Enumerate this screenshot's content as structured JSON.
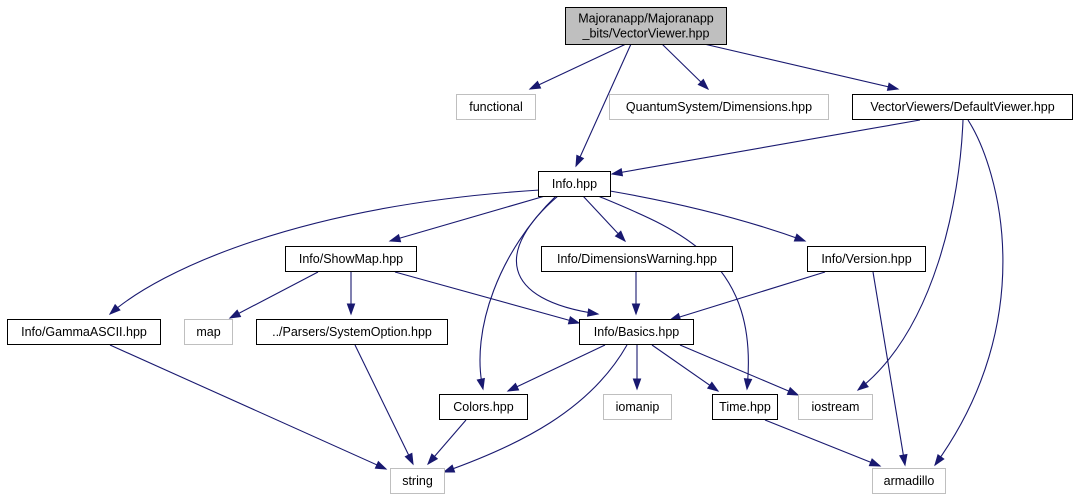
{
  "nodes": {
    "root": {
      "lines": [
        "Majoranapp/Majoranapp",
        "_bits/VectorViewer.hpp"
      ],
      "kind": "root"
    },
    "functional": {
      "lines": [
        "functional"
      ],
      "kind": "external"
    },
    "dimensions": {
      "lines": [
        "QuantumSystem/Dimensions.hpp"
      ],
      "kind": "external"
    },
    "default_viewer": {
      "lines": [
        "VectorViewers/DefaultViewer.hpp"
      ],
      "kind": "file"
    },
    "info": {
      "lines": [
        "Info.hpp"
      ],
      "kind": "file"
    },
    "show_map": {
      "lines": [
        "Info/ShowMap.hpp"
      ],
      "kind": "file"
    },
    "dim_warning": {
      "lines": [
        "Info/DimensionsWarning.hpp"
      ],
      "kind": "file"
    },
    "version": {
      "lines": [
        "Info/Version.hpp"
      ],
      "kind": "file"
    },
    "gamma_ascii": {
      "lines": [
        "Info/GammaASCII.hpp"
      ],
      "kind": "file"
    },
    "map": {
      "lines": [
        "map"
      ],
      "kind": "external"
    },
    "system_option": {
      "lines": [
        "../Parsers/SystemOption.hpp"
      ],
      "kind": "file"
    },
    "basics": {
      "lines": [
        "Info/Basics.hpp"
      ],
      "kind": "file"
    },
    "colors": {
      "lines": [
        "Colors.hpp"
      ],
      "kind": "file"
    },
    "iomanip": {
      "lines": [
        "iomanip"
      ],
      "kind": "external"
    },
    "time": {
      "lines": [
        "Time.hpp"
      ],
      "kind": "file"
    },
    "iostream": {
      "lines": [
        "iostream"
      ],
      "kind": "external"
    },
    "string": {
      "lines": [
        "string"
      ],
      "kind": "external"
    },
    "armadillo": {
      "lines": [
        "armadillo"
      ],
      "kind": "external"
    }
  },
  "edges": [
    [
      "root",
      "functional"
    ],
    [
      "root",
      "info"
    ],
    [
      "root",
      "dimensions"
    ],
    [
      "root",
      "default_viewer"
    ],
    [
      "default_viewer",
      "info"
    ],
    [
      "default_viewer",
      "iostream"
    ],
    [
      "default_viewer",
      "armadillo"
    ],
    [
      "info",
      "gamma_ascii"
    ],
    [
      "info",
      "show_map"
    ],
    [
      "info",
      "basics"
    ],
    [
      "info",
      "colors"
    ],
    [
      "info",
      "dim_warning"
    ],
    [
      "info",
      "time"
    ],
    [
      "info",
      "version"
    ],
    [
      "show_map",
      "map"
    ],
    [
      "show_map",
      "system_option"
    ],
    [
      "show_map",
      "basics"
    ],
    [
      "dim_warning",
      "basics"
    ],
    [
      "version",
      "basics"
    ],
    [
      "version",
      "armadillo"
    ],
    [
      "gamma_ascii",
      "string"
    ],
    [
      "system_option",
      "string"
    ],
    [
      "basics",
      "colors"
    ],
    [
      "basics",
      "iomanip"
    ],
    [
      "basics",
      "time"
    ],
    [
      "basics",
      "iostream"
    ],
    [
      "basics",
      "string"
    ],
    [
      "colors",
      "string"
    ],
    [
      "time",
      "armadillo"
    ]
  ]
}
